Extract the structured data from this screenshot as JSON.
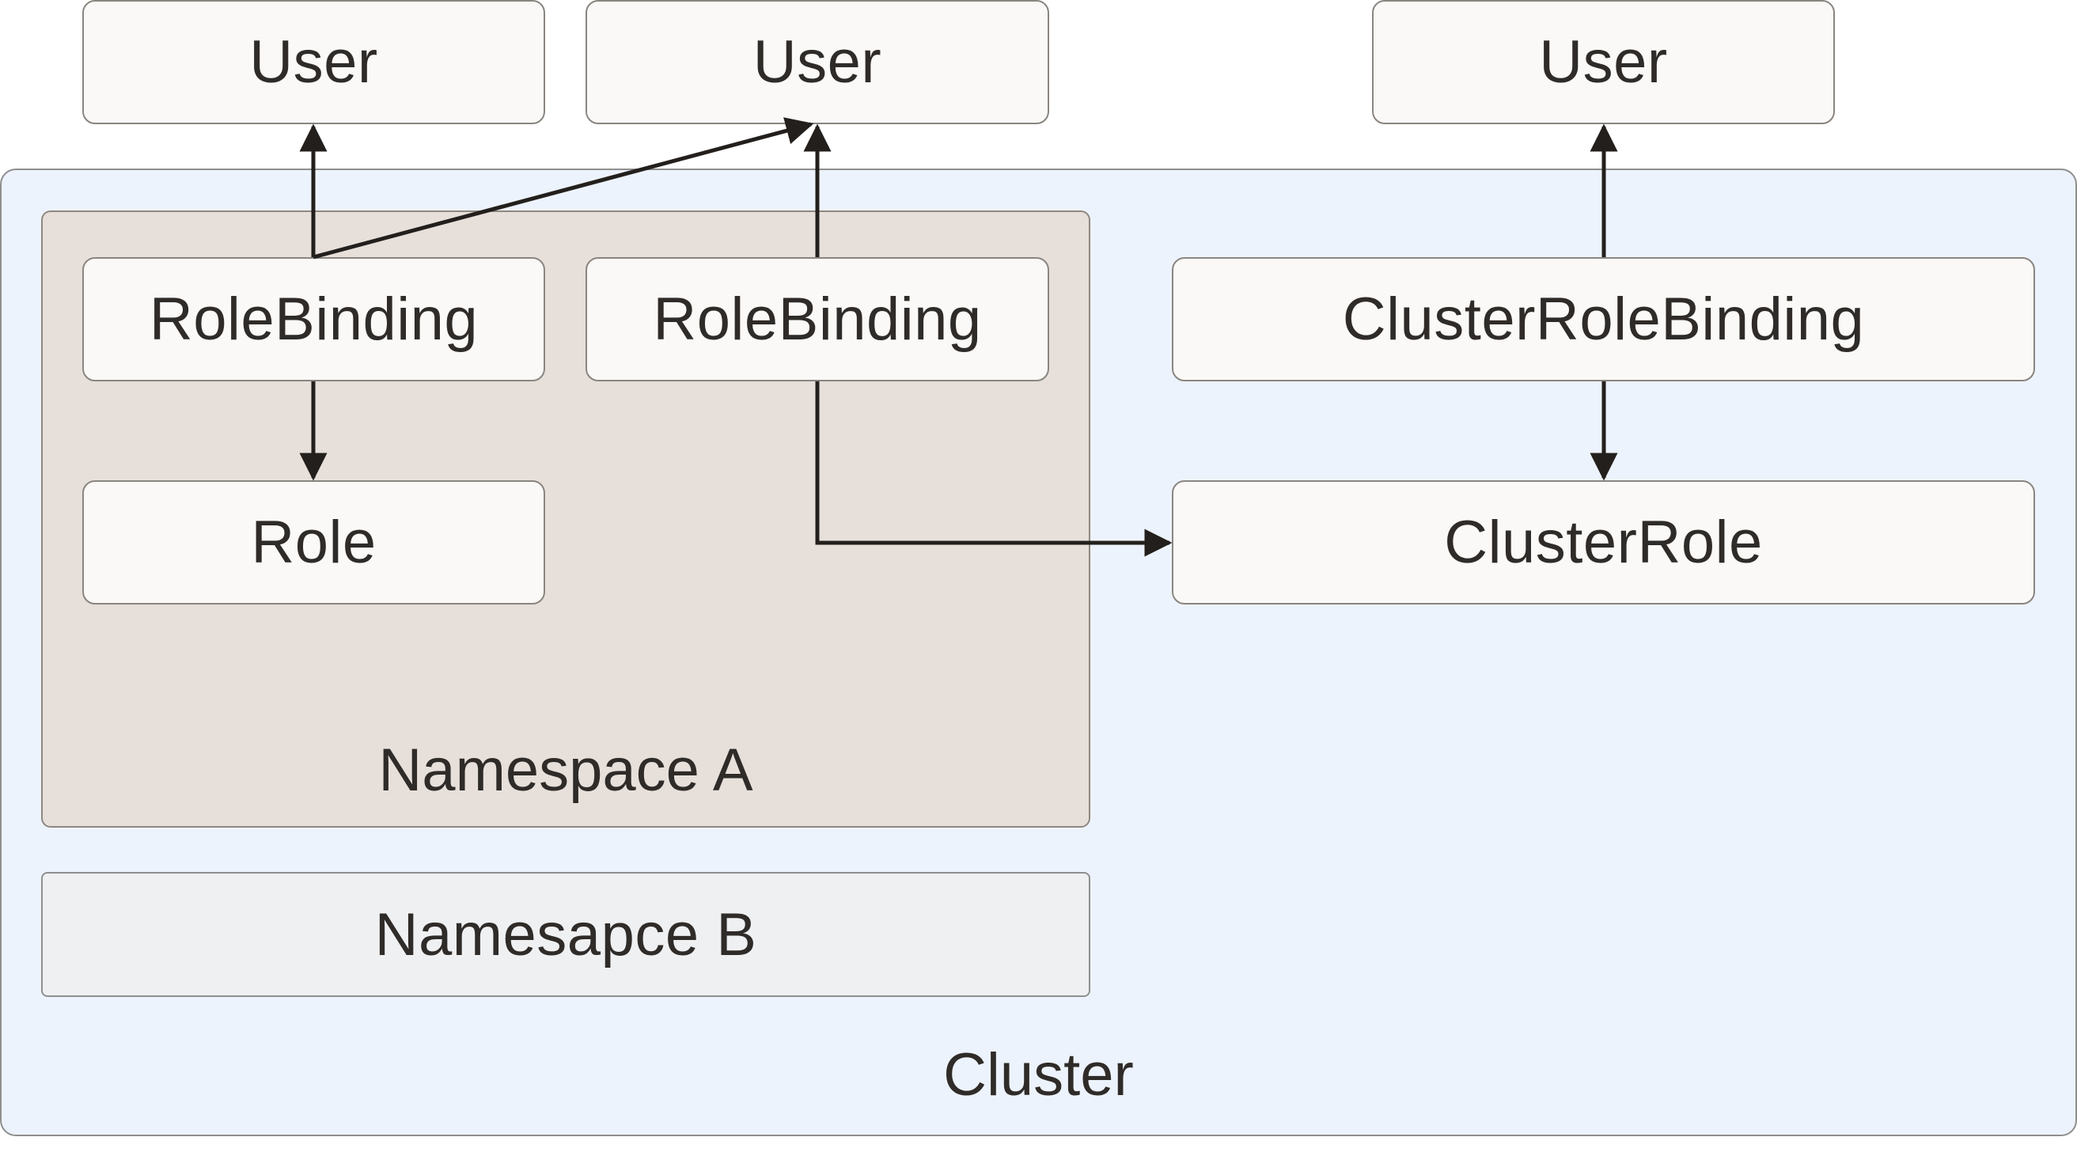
{
  "users": [
    {
      "label": "User"
    },
    {
      "label": "User"
    },
    {
      "label": "User"
    }
  ],
  "cluster": {
    "label": "Cluster"
  },
  "namespace_a": {
    "label": "Namespace A"
  },
  "namespace_b": {
    "label": "Namesapce B"
  },
  "nodes": {
    "rolebinding_1": "RoleBinding",
    "rolebinding_2": "RoleBinding",
    "role": "Role",
    "clusterrolebinding": "ClusterRoleBinding",
    "clusterrole": "ClusterRole"
  },
  "colors": {
    "cluster_fill": "#edf3fc",
    "namespace_a_fill": "#e7e0da",
    "namespace_b_fill": "#eff0f2",
    "node_fill": "#faf9f7",
    "arrow": "#231f1c"
  }
}
